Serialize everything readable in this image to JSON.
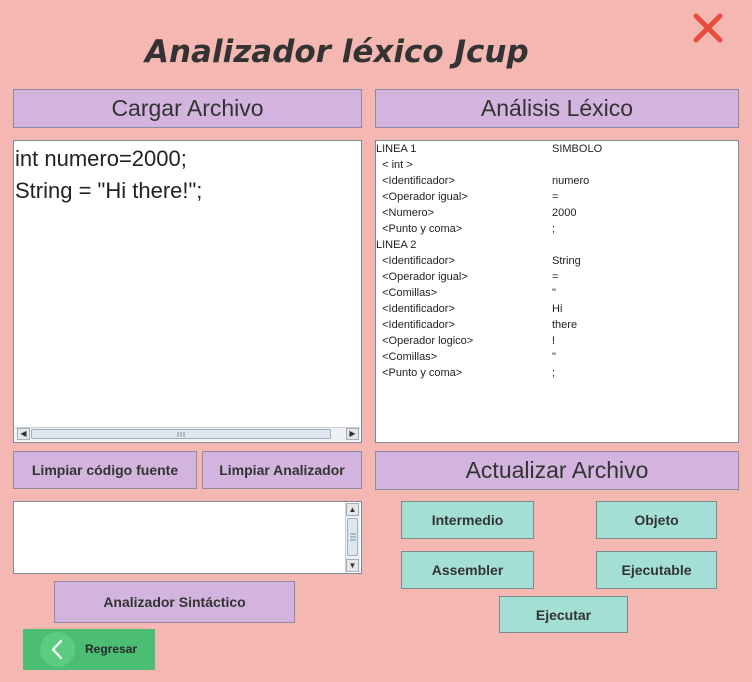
{
  "window": {
    "title": "Analizador léxico Jcup",
    "close_icon": "close-icon",
    "close_color": "#e74c3c"
  },
  "colors": {
    "background": "#f5b7b2",
    "purple_button": "#d2b4de",
    "teal_button": "#a3dfd4",
    "green_button": "#4cbe74"
  },
  "left": {
    "load_button_label": "Cargar Archivo",
    "editor_lines": [
      "int numero=2000;",
      "String = \"Hi there!\";"
    ],
    "clear_source_label": "Limpiar código fuente",
    "clear_analyzer_label": "Limpiar Analizador",
    "syntax_button_label": "Analizador Sintáctico",
    "back_button_label": "Regresar"
  },
  "right": {
    "lexical_header_label": "Análisis Léxico",
    "lexical_rows": [
      {
        "token": "LINEA 1",
        "symbol": "SIMBOLO"
      },
      {
        "token": "  < int >",
        "symbol": ""
      },
      {
        "token": "  <Identificador>",
        "symbol": "numero"
      },
      {
        "token": "  <Operador igual>",
        "symbol": "="
      },
      {
        "token": "  <Numero>",
        "symbol": "2000"
      },
      {
        "token": "  <Punto y coma>",
        "symbol": ";"
      },
      {
        "token": "LINEA 2",
        "symbol": ""
      },
      {
        "token": "  <Identificador>",
        "symbol": "String"
      },
      {
        "token": "  <Operador igual>",
        "symbol": "="
      },
      {
        "token": "  <Comillas>",
        "symbol": "\""
      },
      {
        "token": "  <Identificador>",
        "symbol": "Hi"
      },
      {
        "token": "  <Identificador>",
        "symbol": "there"
      },
      {
        "token": "  <Operador logico>",
        "symbol": "!"
      },
      {
        "token": "  <Comillas>",
        "symbol": "\""
      },
      {
        "token": "  <Punto y coma>",
        "symbol": ";"
      }
    ],
    "update_button_label": "Actualizar Archivo",
    "intermediate_label": "Intermedio",
    "object_label": "Objeto",
    "assembler_label": "Assembler",
    "executable_label": "Ejecutable",
    "execute_label": "Ejecutar"
  }
}
